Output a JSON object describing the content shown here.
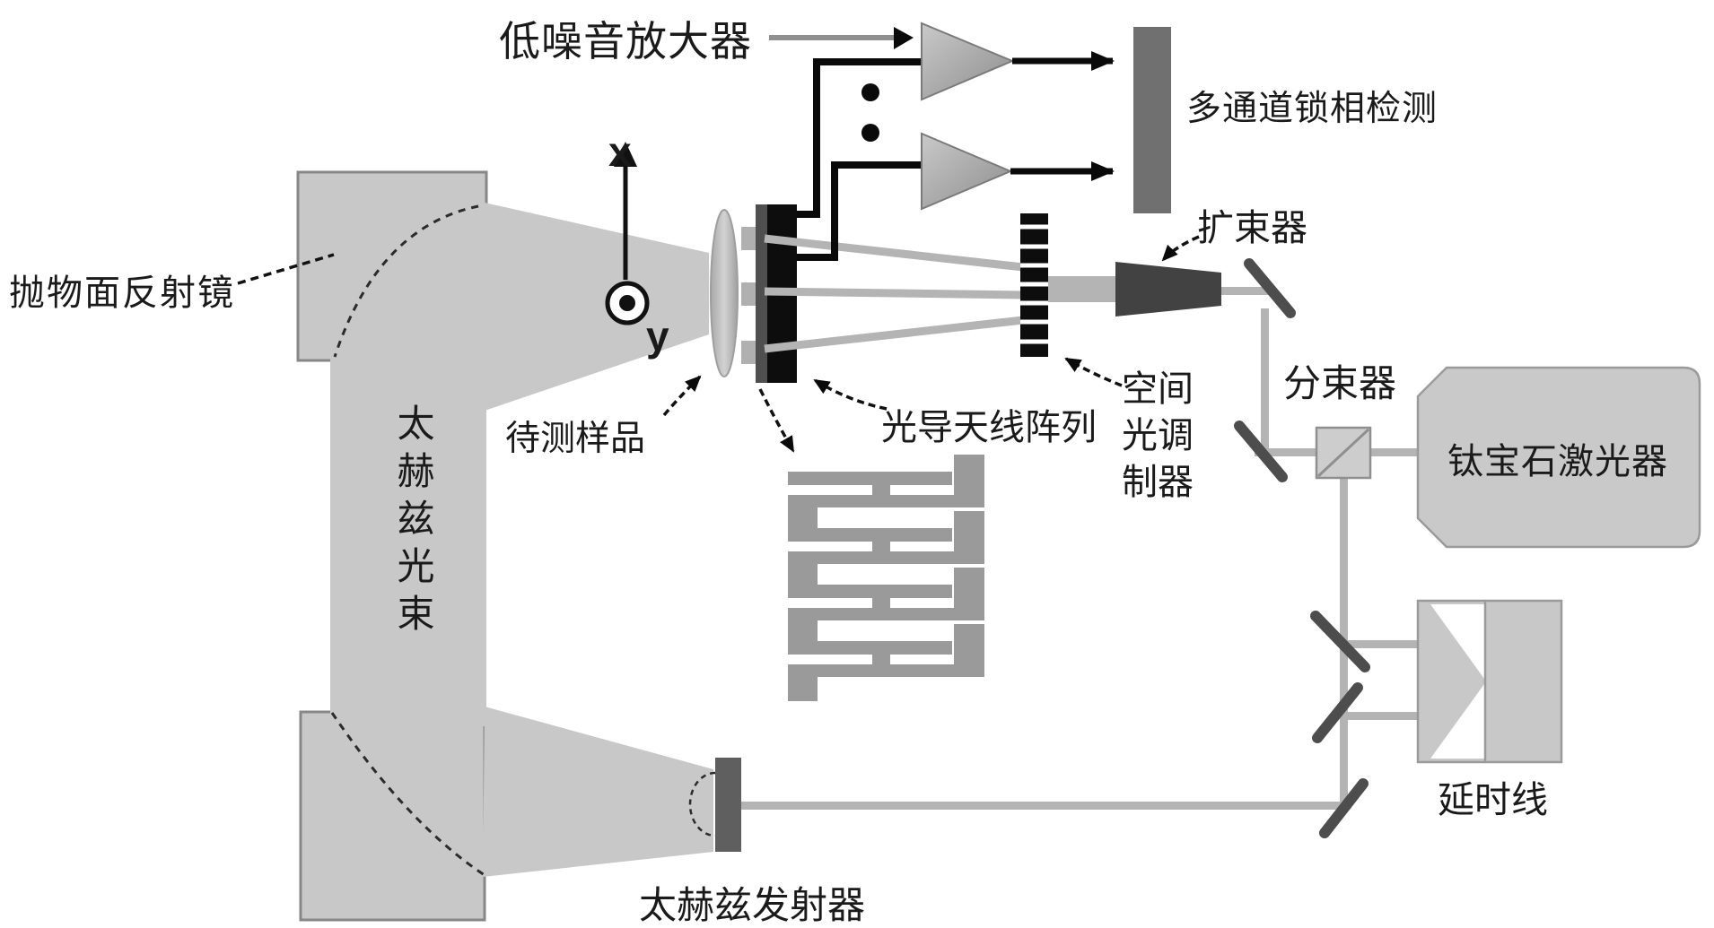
{
  "labels": {
    "parabolic_mirror": "抛物面反射镜",
    "thz_beam": "太赫兹光束",
    "low_noise_amplifier": "低噪音放大器",
    "multichannel_lockin": "多通道锁相检测",
    "beam_expander": "扩束器",
    "beam_splitter": "分束器",
    "ti_sapphire_laser": "钛宝石激光器",
    "spatial_light_modulator": "空间\n光调\n制器",
    "photoconductive_antenna_array": "光导天线阵列",
    "sample_under_test": "待测样品",
    "delay_line": "延时线",
    "thz_emitter": "太赫兹发射器",
    "axis_x": "x",
    "axis_y": "y"
  },
  "colors": {
    "background": "#ffffff",
    "light_gray_block": "#c8c8c8",
    "beam_line_gray": "#b4b4b4",
    "beam_expander_dark": "#424242",
    "lockin_block_gray": "#707070",
    "emitter_bar_gray": "#5f5f5f",
    "antenna_black": "#0d0d0d",
    "comb_gray": "#9a9a9a",
    "wire_black": "#0a0a0a",
    "outline_gray": "#8f8f8f",
    "mirror_stroke": "#4d4d4d",
    "text": "#1a1a1a"
  }
}
